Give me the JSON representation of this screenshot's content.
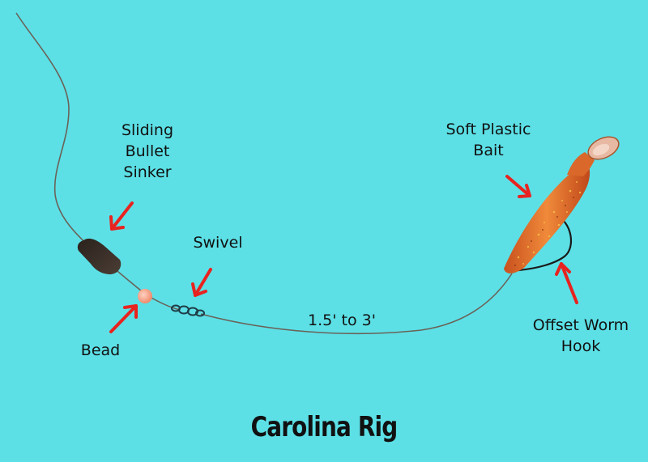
{
  "colors": {
    "background": "#5ce0e6",
    "line": "#6b6258",
    "arrow": "#e8231f",
    "sinker": "#3b3029",
    "bead": "#f6a58c",
    "swivel": "#1f3b45",
    "bait": "#d9682a",
    "text": "#111111"
  },
  "labels": {
    "sinker": [
      "Sliding",
      "Bullet",
      "Sinker"
    ],
    "swivel": "Swivel",
    "bead": "Bead",
    "length": "1.5' to 3'",
    "bait": [
      "Soft Plastic",
      "Bait"
    ],
    "hook": [
      "Offset Worm",
      "Hook"
    ]
  },
  "title": "Carolina Rig"
}
